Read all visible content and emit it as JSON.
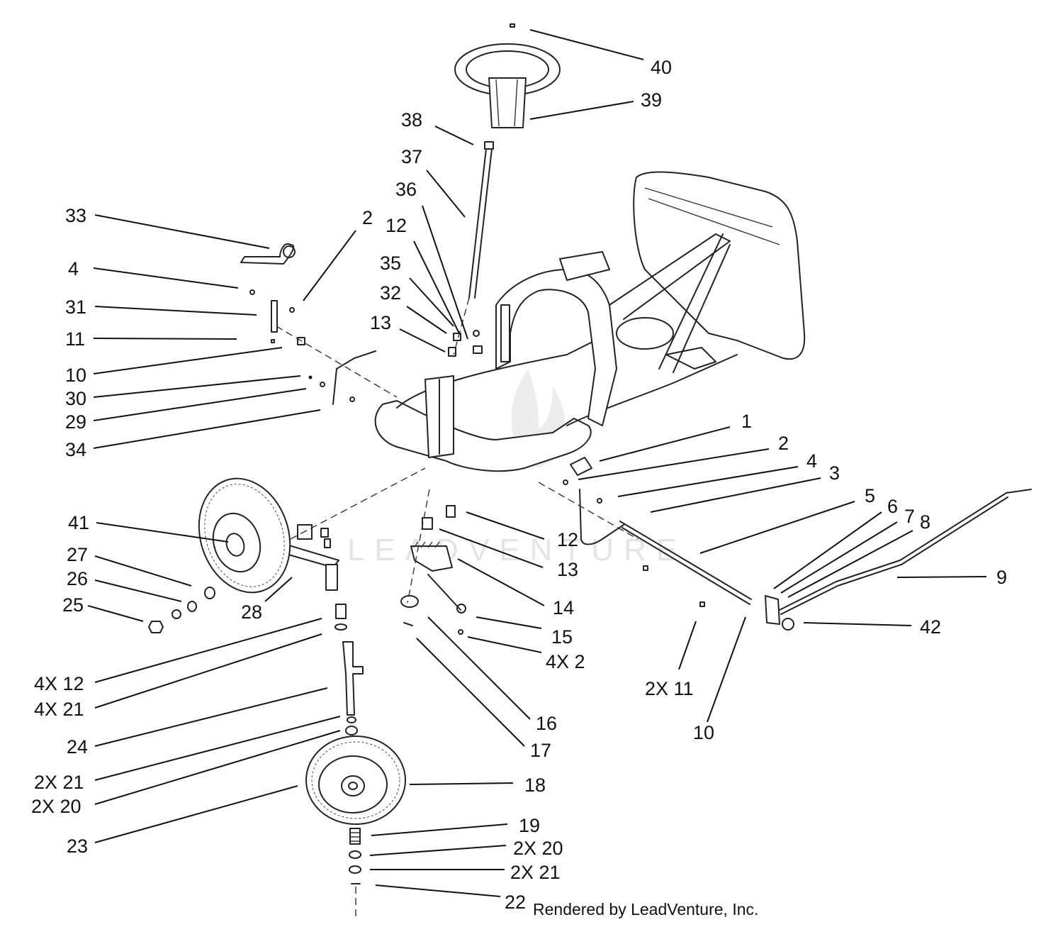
{
  "watermark": "LEADVENTURE",
  "credit": "Rendered by LeadVenture, Inc.",
  "callouts": [
    {
      "id": "c40",
      "text": "40"
    },
    {
      "id": "c39",
      "text": "39"
    },
    {
      "id": "c38",
      "text": "38"
    },
    {
      "id": "c37",
      "text": "37"
    },
    {
      "id": "c36",
      "text": "36"
    },
    {
      "id": "c33",
      "text": "33"
    },
    {
      "id": "c2a",
      "text": "2"
    },
    {
      "id": "c12a",
      "text": "12"
    },
    {
      "id": "c35",
      "text": "35"
    },
    {
      "id": "c32",
      "text": "32"
    },
    {
      "id": "c13a",
      "text": "13"
    },
    {
      "id": "c4a",
      "text": "4"
    },
    {
      "id": "c31",
      "text": "31"
    },
    {
      "id": "c11",
      "text": "11"
    },
    {
      "id": "c10a",
      "text": "10"
    },
    {
      "id": "c30",
      "text": "30"
    },
    {
      "id": "c29",
      "text": "29"
    },
    {
      "id": "c34",
      "text": "34"
    },
    {
      "id": "c1",
      "text": "1"
    },
    {
      "id": "c2b",
      "text": "2"
    },
    {
      "id": "c4b",
      "text": "4"
    },
    {
      "id": "c3",
      "text": "3"
    },
    {
      "id": "c5",
      "text": "5"
    },
    {
      "id": "c6",
      "text": "6"
    },
    {
      "id": "c7",
      "text": "7"
    },
    {
      "id": "c8",
      "text": "8"
    },
    {
      "id": "c9",
      "text": "9"
    },
    {
      "id": "c42",
      "text": "42"
    },
    {
      "id": "c41",
      "text": "41"
    },
    {
      "id": "c27",
      "text": "27"
    },
    {
      "id": "c26",
      "text": "26"
    },
    {
      "id": "c25",
      "text": "25"
    },
    {
      "id": "c28",
      "text": "28"
    },
    {
      "id": "c12b",
      "text": "12"
    },
    {
      "id": "c13b",
      "text": "13"
    },
    {
      "id": "c14",
      "text": "14"
    },
    {
      "id": "c15",
      "text": "15"
    },
    {
      "id": "c4x2",
      "text": "4X 2"
    },
    {
      "id": "c4x12",
      "text": "4X 12"
    },
    {
      "id": "c4x21",
      "text": "4X 21"
    },
    {
      "id": "c2x11",
      "text": "2X 11"
    },
    {
      "id": "c10b",
      "text": "10"
    },
    {
      "id": "c16",
      "text": "16"
    },
    {
      "id": "c17",
      "text": "17"
    },
    {
      "id": "c24",
      "text": "24"
    },
    {
      "id": "c2x21a",
      "text": "2X 21"
    },
    {
      "id": "c2x20a",
      "text": "2X 20"
    },
    {
      "id": "c18",
      "text": "18"
    },
    {
      "id": "c23",
      "text": "23"
    },
    {
      "id": "c19",
      "text": "19"
    },
    {
      "id": "c2x20b",
      "text": "2X 20"
    },
    {
      "id": "c2x21b",
      "text": "2X 21"
    },
    {
      "id": "c22",
      "text": "22"
    }
  ]
}
